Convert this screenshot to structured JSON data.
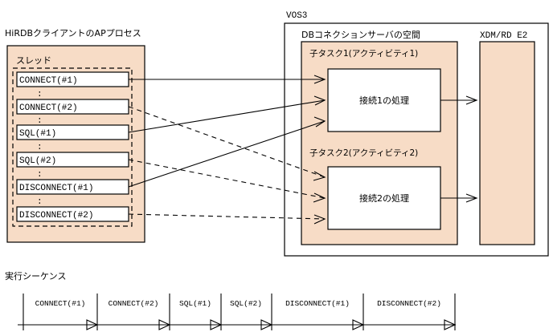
{
  "diagram": {
    "title_client": "HiRDBクライアントのAPプロセス",
    "thread_label": "スレッド",
    "vos3_label": "VOS3",
    "dbserver_label": "DBコネクションサーバの空間",
    "xdmrd_label": "XDM/RD E2",
    "subtask1_label": "子タスク1(アクティビティ1)",
    "subtask2_label": "子タスク2(アクティビティ2)",
    "conn1_proc_label": "接続1の処理",
    "conn2_proc_label": "接続2の処理",
    "sequence_title": "実行シーケンス",
    "colors": {
      "peach": "#f7dcc6",
      "line": "#000000",
      "white": "#ffffff"
    }
  },
  "thread_steps": [
    {
      "label": "CONNECT(#1)"
    },
    {
      "label": "CONNECT(#2)"
    },
    {
      "label": "SQL(#1)"
    },
    {
      "label": "SQL(#2)"
    },
    {
      "label": "DISCONNECT(#1)"
    },
    {
      "label": "DISCONNECT(#2)"
    }
  ],
  "ellipses": [
    ":",
    ":",
    ":",
    ":",
    ":"
  ],
  "sequence": {
    "title": "実行シーケンス",
    "steps": [
      {
        "label": "CONNECT(#1)"
      },
      {
        "label": "CONNECT(#2)"
      },
      {
        "label": "SQL(#1)"
      },
      {
        "label": "SQL(#2)"
      },
      {
        "label": "DISCONNECT(#1)"
      },
      {
        "label": "DISCONNECT(#2)"
      }
    ]
  },
  "connections": [
    {
      "from": "CONNECT(#1)",
      "to": "接続1の処理",
      "style": "solid"
    },
    {
      "from": "SQL(#1)",
      "to": "接続1の処理",
      "style": "solid"
    },
    {
      "from": "DISCONNECT(#1)",
      "to": "接続1の処理",
      "style": "solid"
    },
    {
      "from": "CONNECT(#2)",
      "to": "接続2の処理",
      "style": "dashed"
    },
    {
      "from": "SQL(#2)",
      "to": "接続2の処理",
      "style": "dashed"
    },
    {
      "from": "DISCONNECT(#2)",
      "to": "接続2の処理",
      "style": "dashed"
    },
    {
      "from": "接続1の処理",
      "to": "XDM/RD E2",
      "style": "solid"
    },
    {
      "from": "接続2の処理",
      "to": "XDM/RD E2",
      "style": "solid"
    }
  ]
}
